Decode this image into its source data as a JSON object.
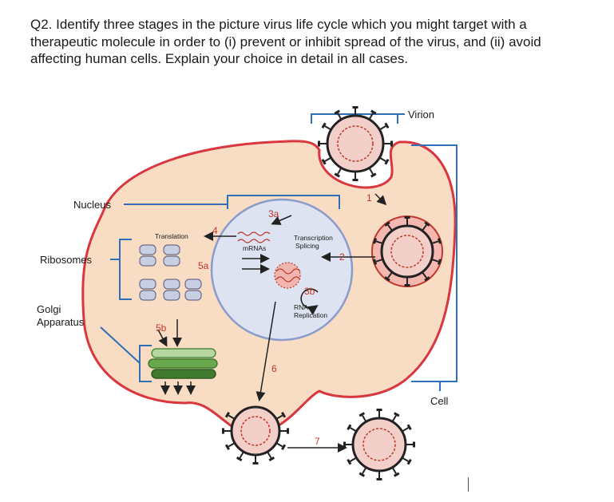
{
  "question": {
    "lines": [
      "Q2. Identify three stages in the picture virus life cycle which you might target with a",
      "therapeutic molecule in order to (i) prevent or inhibit spread of the virus, and (ii) avoid",
      "affecting human cells. Explain your choice in detail in all cases."
    ]
  },
  "diagram": {
    "labels": {
      "virion": "Virion",
      "cell": "Cell",
      "nucleus": "Nucleus",
      "ribosomes": "Ribosomes",
      "golgi_line1": "Golgi",
      "golgi_line2": "Apparatus",
      "translation": "Translation",
      "mrnas": "mRNAs",
      "transcription": "Transcription",
      "splicing": "Splicing",
      "rna_line1": "RNA",
      "rna_line2": "Replication"
    },
    "steps": {
      "s1": "1",
      "s2": "2",
      "s3a": "3a",
      "s3b": "3b",
      "s4": "4",
      "s5a": "5a",
      "s5b": "5b",
      "s6": "6",
      "s7": "7"
    },
    "colors": {
      "cell_fill": "#f9dcc4",
      "cell_stroke": "#d9363e",
      "nucleus_fill": "#dde3f0",
      "nucleus_stroke": "#8a9ccb",
      "bracket": "#2e6fb7",
      "virus_core": "#c0392b",
      "golgi": "#6aa84f",
      "step_number": "#c0392b"
    }
  }
}
